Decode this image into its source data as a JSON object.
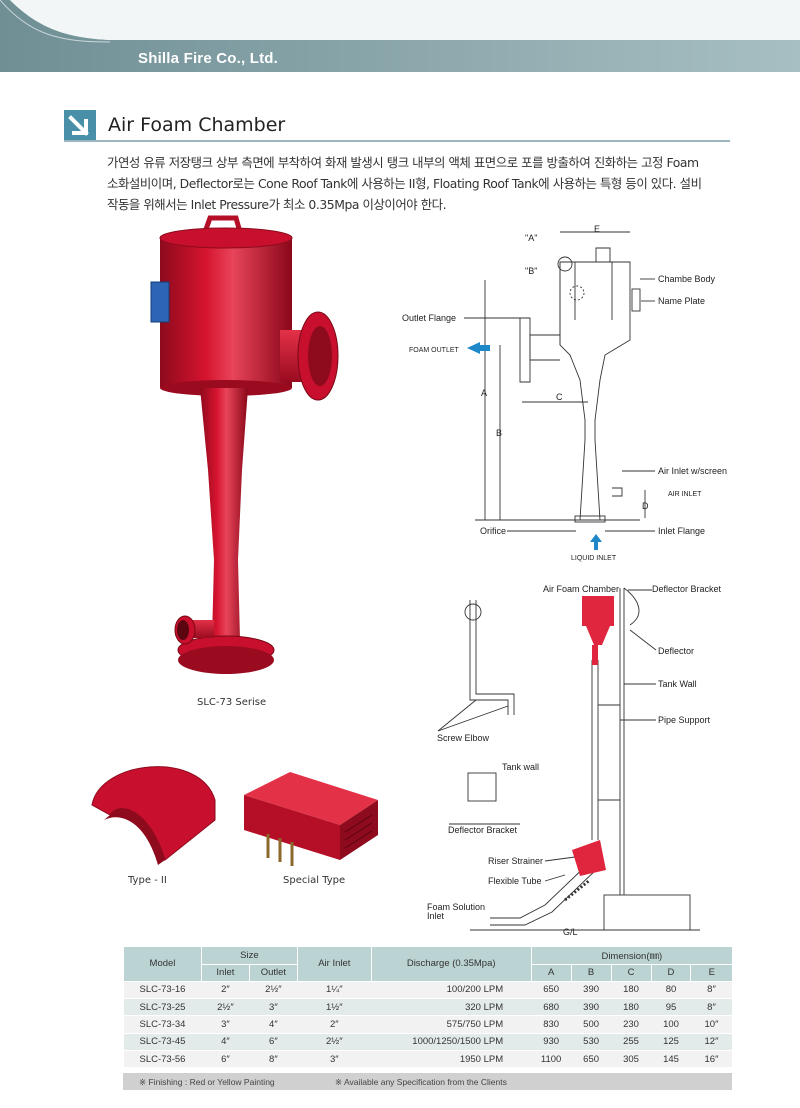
{
  "header": {
    "company": "Shilla Fire Co., Ltd."
  },
  "section": {
    "title": "Air Foam Chamber"
  },
  "intro": [
    "가연성 유류 저장탱크 상부 측면에 부착하여 화재 발생시 탱크 내부의 액체 표면으로 포를 방출하여 진화하는 고정 Foam",
    "소화설비이며, Deflector로는 Cone Roof Tank에 사용하는 II형, Floating Roof Tank에 사용하는 특형 등이 있다. 설비",
    "작동을 위해서는 Inlet Pressure가 최소 0.35Mpa 이상이어야 한다."
  ],
  "captions": {
    "main": "SLC-73 Serise",
    "type2": "Type - II",
    "special": "Special Type"
  },
  "diagram1": {
    "chamber_body": "Chambe Body",
    "name_plate": "Name Plate",
    "outlet_flange": "Outlet Flange",
    "foam_outlet": "FOAM OUTLET",
    "air_inlet_screen": "Air Inlet w/screen",
    "air_inlet": "AIR INLET",
    "orifice": "Orifice",
    "inlet_flange": "Inlet Flange",
    "liquid_inlet": "LIQUID INLET",
    "dim_a": "A",
    "dim_b": "B",
    "dim_c": "C",
    "dim_d": "D",
    "dim_e": "E",
    "ref_a": "\"A\"",
    "ref_b": "\"B\""
  },
  "diagram2": {
    "air_foam_chamber": "Air Foam Chamber",
    "deflector_bracket": "Deflector Bracket",
    "deflector": "Deflector",
    "tank_wall": "Tank Wall",
    "pipe_support": "Pipe Support",
    "screw_elbow": "Screw Elbow",
    "tank_wall_small": "Tank wall",
    "deflector_bracket_small": "Deflector Bracket",
    "riser_strainer": "Riser Strainer",
    "flexible_tube": "Flexible Tube",
    "foam_solution_inlet_1": "Foam Solution",
    "foam_solution_inlet_2": "Inlet",
    "gl": "G/L"
  },
  "table": {
    "headers": {
      "model": "Model",
      "size": "Size",
      "inlet": "Inlet",
      "outlet": "Outlet",
      "air_inlet": "Air Inlet",
      "discharge": "Discharge (0.35Mpa)",
      "dimension": "Dimension(㎜)",
      "a": "A",
      "b": "B",
      "c": "C",
      "d": "D",
      "e": "E"
    },
    "rows": [
      {
        "model": "SLC-73-16",
        "inlet": "2″",
        "outlet": "2½″",
        "air": "1¼″",
        "discharge": "100/200 LPM",
        "a": "650",
        "b": "390",
        "c": "180",
        "d": "80",
        "e": "8″"
      },
      {
        "model": "SLC-73-25",
        "inlet": "2½″",
        "outlet": "3″",
        "air": "1½″",
        "discharge": "320 LPM",
        "a": "680",
        "b": "390",
        "c": "180",
        "d": "95",
        "e": "8″"
      },
      {
        "model": "SLC-73-34",
        "inlet": "3″",
        "outlet": "4″",
        "air": "2″",
        "discharge": "575/750 LPM",
        "a": "830",
        "b": "500",
        "c": "230",
        "d": "100",
        "e": "10″"
      },
      {
        "model": "SLC-73-45",
        "inlet": "4″",
        "outlet": "6″",
        "air": "2½″",
        "discharge": "1000/1250/1500 LPM",
        "a": "930",
        "b": "530",
        "c": "255",
        "d": "125",
        "e": "12″"
      },
      {
        "model": "SLC-73-56",
        "inlet": "6″",
        "outlet": "8″",
        "air": "3″",
        "discharge": "1950 LPM",
        "a": "1100",
        "b": "650",
        "c": "305",
        "d": "145",
        "e": "16″"
      }
    ],
    "note_finishing": "※ Finishing : Red or Yellow Painting",
    "note_available": "※ Available any Specification from the Clients"
  },
  "colors": {
    "header_band": "#86a3a8",
    "accent": "#4a8fa8",
    "product_red": "#c8102e",
    "table_header": "#bcd3d3"
  }
}
